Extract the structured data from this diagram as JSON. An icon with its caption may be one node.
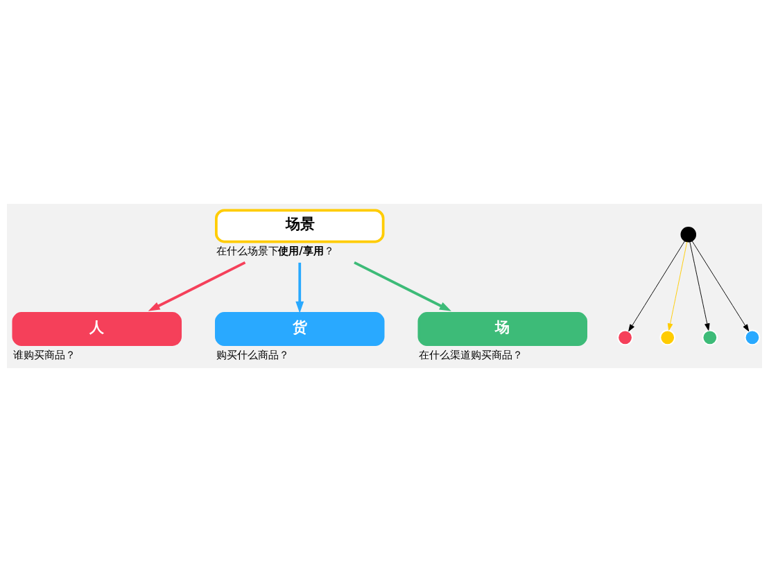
{
  "diagram": {
    "nodes": [
      {
        "text": [
          "人"
        ],
        "beside": [
          "谁购买商品？"
        ]
      },
      {
        "text": [
          "货"
        ],
        "beside": [
          "购买什么商品？"
        ]
      },
      {
        "text": [
          "场"
        ],
        "beside": [
          "在什么渠道购买商品？"
        ]
      },
      {
        "text": [
          "场景"
        ],
        "beside": [
          "在什么场景下**使用/享用**？"
        ]
      },
      {
        "text": [],
        "shape": "circle"
      },
      {
        "text": [],
        "shape": "circle"
      },
      {
        "text": [],
        "shape": "circle"
      },
      {
        "text": [],
        "shape": "circle"
      },
      {
        "text": [],
        "shape": "circle"
      }
    ],
    "edges": [
      {
        "from": 3,
        "to": 0,
        "arrow": "to",
        "style": "thick",
        "color": "#f5405a"
      },
      {
        "from": 3,
        "to": 1,
        "arrow": "to",
        "style": "thick",
        "color": "#29a9ff"
      },
      {
        "from": 3,
        "to": 2,
        "arrow": "to",
        "style": "thick",
        "color": "#3dbb78"
      },
      {
        "from": 4,
        "to": 5,
        "arrow": "to"
      },
      {
        "from": 4,
        "to": 6,
        "arrow": "to",
        "color": "#ffcc00"
      },
      {
        "from": 4,
        "to": 7,
        "arrow": "to"
      },
      {
        "from": 4,
        "to": 8,
        "arrow": "to"
      }
    ]
  }
}
